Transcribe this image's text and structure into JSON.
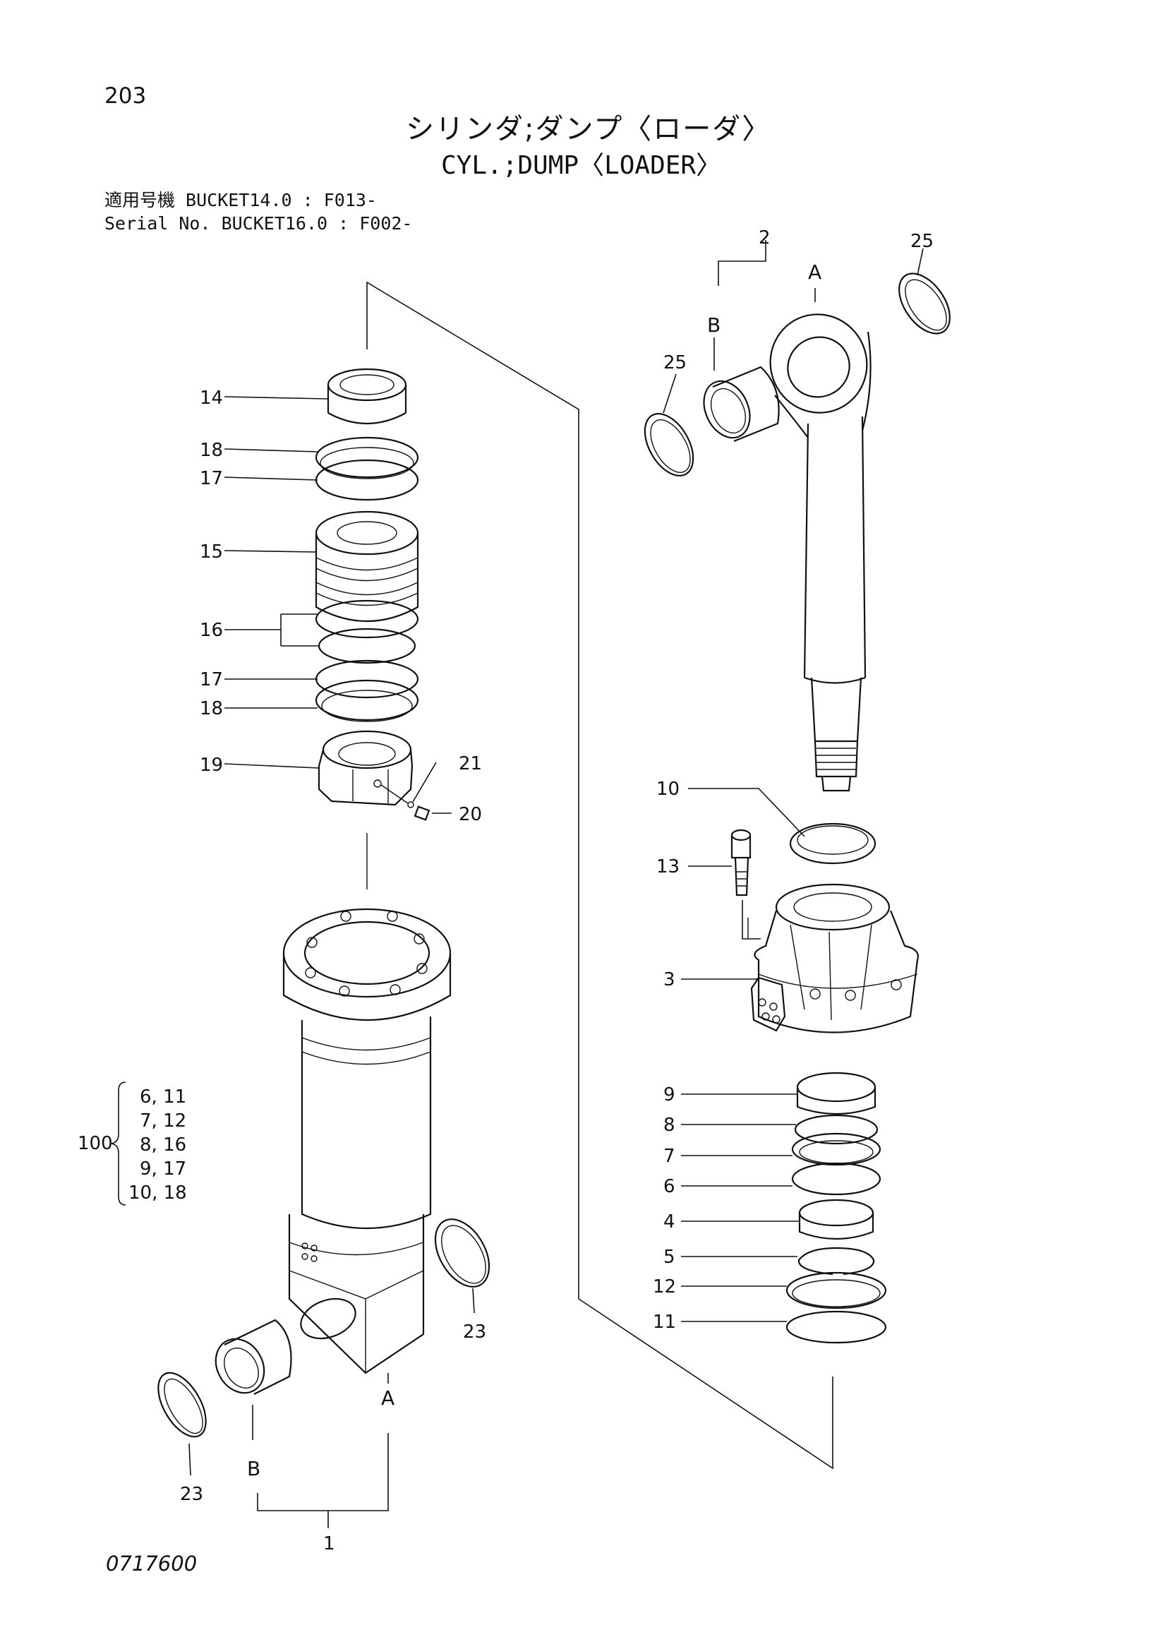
{
  "page": {
    "page_number": "203",
    "title_jp": "シリンダ;ダンプ〈ローダ〉",
    "title_en": "CYL.;DUMP〈LOADER〉",
    "serial_line_1": "適用号機  BUCKET14.0 : F013-",
    "serial_line_2": "Serial No.  BUCKET16.0 : F002-",
    "drawing_number": "0717600"
  },
  "callouts": {
    "c14": "14",
    "c18a": "18",
    "c17a": "17",
    "c15": "15",
    "c16": "16",
    "c17b": "17",
    "c18b": "18",
    "c19": "19",
    "c21": "21",
    "c20": "20",
    "c2": "2",
    "c25a": "25",
    "c25b": "25",
    "c10": "10",
    "c13": "13",
    "c3": "3",
    "c9": "9",
    "c8": "8",
    "c7": "7",
    "c6": "6",
    "c4": "4",
    "c5": "5",
    "c12": "12",
    "c11": "11",
    "c23a": "23",
    "c23b": "23",
    "c1": "1"
  },
  "letters": {
    "rod_A": "A",
    "rod_B": "B",
    "tube_A": "A",
    "tube_B": "B"
  },
  "kit": {
    "number": "100",
    "items": [
      "6, 11",
      "7, 12",
      "8, 16",
      "9, 17",
      "10, 18"
    ]
  }
}
